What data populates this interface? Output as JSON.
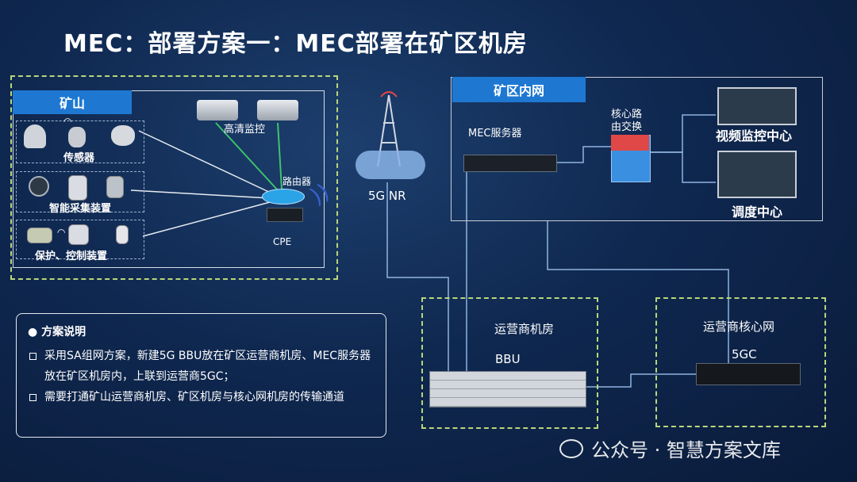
{
  "title": "MEC：部署方案一：MEC部署在矿区机房",
  "mine": {
    "tab": "矿山",
    "sensor_label": "传感器",
    "collector_label": "智能采集装置",
    "protect_label": "保护、控制装置",
    "camera_label": "高清监控",
    "router_label": "路由器",
    "cpe_label": "CPE"
  },
  "radio": {
    "label": "5G NR"
  },
  "mine_net": {
    "tab": "矿区内网",
    "mec_label": "MEC服务器",
    "core_switch_label": "核心路由交换",
    "video_center": "视频监控中心",
    "dispatch_center": "调度中心"
  },
  "operator_room": {
    "title": "运营商机房",
    "bbu_label": "BBU"
  },
  "operator_core": {
    "title": "运营商核心网",
    "fivegc_label": "5GC"
  },
  "description": {
    "heading": "方案说明",
    "items": [
      "采用SA组网方案，新建5G BBU放在矿区运营商机房、MEC服务器放在矿区机房内，上联到运营商5GC；",
      "需要打通矿山运营商机房、矿区机房与核心网机房的传输通道"
    ]
  },
  "watermark": "公众号 · 智慧方案文库",
  "colors": {
    "accent": "#1e78d2",
    "dash_green": "#b9d67a",
    "link_blue": "#8fb3e0",
    "link_green": "#3ec36b"
  }
}
